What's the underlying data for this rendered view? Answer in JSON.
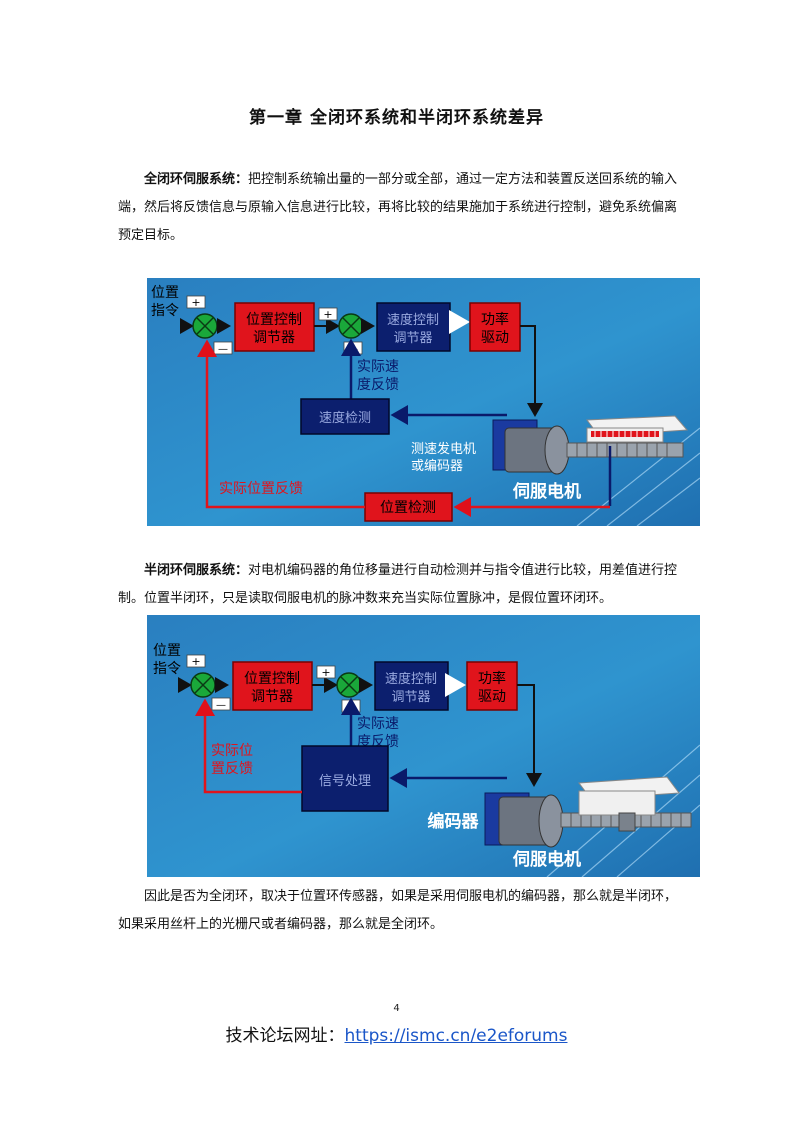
{
  "title": "第一章  全闭环系统和半闭环系统差异",
  "section1": {
    "label": "全闭环伺服系统：",
    "text": "把控制系统输出量的一部分或全部，通过一定方法和装置反送回系统的输入端，然后将反馈信息与原输入信息进行比较，再将比较的结果施加于系统进行控制，避免系统偏离预定目标。"
  },
  "diagram1": {
    "input_l1": "位置",
    "input_l2": "指令",
    "plus1": "+",
    "minus1": "—",
    "pos_ctrl_l1": "位置控制",
    "pos_ctrl_l2": "调节器",
    "plus2": "+",
    "minus2": "—",
    "spd_ctrl_l1": "速度控制",
    "spd_ctrl_l2": "调节器",
    "power_l1": "功率",
    "power_l2": "驱动",
    "spd_fb_l1": "实际速",
    "spd_fb_l2": "度反馈",
    "spd_detect": "速度检测",
    "tacho_l1": "测速发电机",
    "tacho_l2": "或编码器",
    "pos_fb": "实际位置反馈",
    "pos_detect": "位置检测",
    "motor": "伺服电机"
  },
  "section2": {
    "label": "半闭环伺服系统：",
    "text": "对电机编码器的角位移量进行自动检测并与指令值进行比较，用差值进行控制。位置半闭环，只是读取伺服电机的脉冲数来充当实际位置脉冲，是假位置环闭环。"
  },
  "diagram2": {
    "input_l1": "位置",
    "input_l2": "指令",
    "plus1": "+",
    "minus1": "—",
    "pos_ctrl_l1": "位置控制",
    "pos_ctrl_l2": "调节器",
    "plus2": "+",
    "minus2": "—",
    "spd_ctrl_l1": "速度控制",
    "spd_ctrl_l2": "调节器",
    "power_l1": "功率",
    "power_l2": "驱动",
    "spd_fb_l1": "实际速",
    "spd_fb_l2": "度反馈",
    "pos_fb_l1": "实际位",
    "pos_fb_l2": "置反馈",
    "signal_proc": "信号处理",
    "encoder": "编码器",
    "motor": "伺服电机"
  },
  "conclusion": "因此是否为全闭环，取决于位置环传感器，如果是采用伺服电机的编码器，那么就是半闭环，如果采用丝杆上的光栅尺或者编码器，那么就是全闭环。",
  "page_number": "4",
  "footer": {
    "label": "技术论坛网址：",
    "url": "https://ismc.cn/e2eforums"
  }
}
